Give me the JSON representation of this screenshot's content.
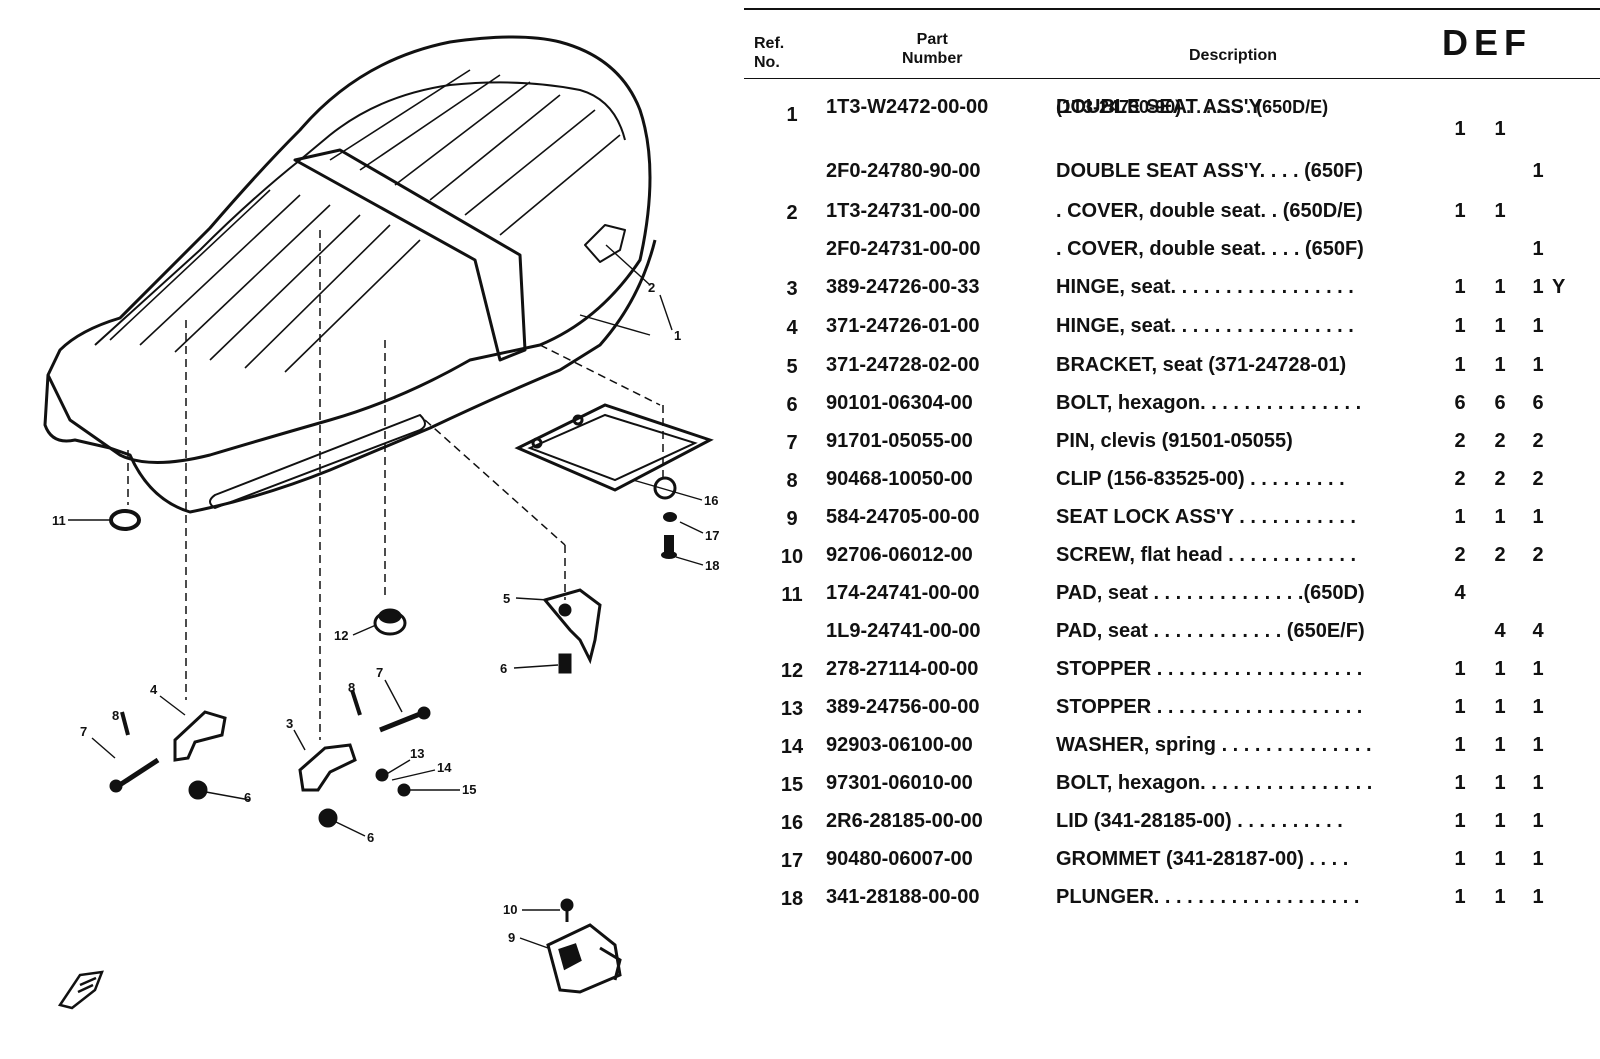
{
  "header": {
    "ref_label_1": "Ref.",
    "ref_label_2": "No.",
    "part_label_1": "Part",
    "part_label_2": "Number",
    "desc_label": "Description",
    "models": "DEF"
  },
  "rows": [
    {
      "ref": "1",
      "part": "1T3-W2472-00-00",
      "desc": "DOUBLE SEAT ASS'Y",
      "desc2": "(1T3-24730-90) . . . . . . . (650D/E)",
      "d": "1",
      "e": "1",
      "f": ""
    },
    {
      "ref": "",
      "part": "2F0-24780-90-00",
      "desc": "DOUBLE SEAT ASS'Y. . . . (650F)",
      "d": "",
      "e": "",
      "f": "1"
    },
    {
      "ref": "2",
      "part": "1T3-24731-00-00",
      "desc": ". COVER, double seat. . (650D/E)",
      "d": "1",
      "e": "1",
      "f": ""
    },
    {
      "ref": "",
      "part": "2F0-24731-00-00",
      "desc": ". COVER, double seat. . . . (650F)",
      "d": "",
      "e": "",
      "f": "1"
    },
    {
      "ref": "3",
      "part": "389-24726-00-33",
      "desc": "HINGE, seat. . . . . . . . . . . . . . . . .",
      "d": "1",
      "e": "1",
      "f": "1",
      "extra": "Y"
    },
    {
      "ref": "4",
      "part": "371-24726-01-00",
      "desc": "HINGE, seat. . . . . . . . . . . . . . . . .",
      "d": "1",
      "e": "1",
      "f": "1"
    },
    {
      "ref": "5",
      "part": "371-24728-02-00",
      "desc": "BRACKET, seat (371-24728-01)",
      "d": "1",
      "e": "1",
      "f": "1"
    },
    {
      "ref": "6",
      "part": "90101-06304-00",
      "desc": "BOLT, hexagon. . . . . . . . . . . . . . .",
      "d": "6",
      "e": "6",
      "f": "6"
    },
    {
      "ref": "7",
      "part": "91701-05055-00",
      "desc": "PIN, clevis (91501-05055)",
      "d": "2",
      "e": "2",
      "f": "2"
    },
    {
      "ref": "8",
      "part": "90468-10050-00",
      "desc": "CLIP (156-83525-00) . . . . . . . . .",
      "d": "2",
      "e": "2",
      "f": "2"
    },
    {
      "ref": "9",
      "part": "584-24705-00-00",
      "desc": "SEAT LOCK ASS'Y . . . . . . . . . . .",
      "d": "1",
      "e": "1",
      "f": "1"
    },
    {
      "ref": "10",
      "part": "92706-06012-00",
      "desc": "SCREW, flat head . . . . . . . . . . . .",
      "d": "2",
      "e": "2",
      "f": "2"
    },
    {
      "ref": "11",
      "part": "174-24741-00-00",
      "desc": "PAD, seat . . . . . . . . . . . . . .(650D)",
      "d": "4",
      "e": "",
      "f": ""
    },
    {
      "ref": "",
      "part": "1L9-24741-00-00",
      "desc": "PAD, seat . . . . . . . . . . . . (650E/F)",
      "d": "",
      "e": "4",
      "f": "4"
    },
    {
      "ref": "12",
      "part": "278-27114-00-00",
      "desc": "STOPPER . . . . . . . . . . . . . . . . . . .",
      "d": "1",
      "e": "1",
      "f": "1"
    },
    {
      "ref": "13",
      "part": "389-24756-00-00",
      "desc": "STOPPER . . . . . . . . . . . . . . . . . . .",
      "d": "1",
      "e": "1",
      "f": "1"
    },
    {
      "ref": "14",
      "part": "92903-06100-00",
      "desc": "WASHER, spring . . . . . . . . . . . . . .",
      "d": "1",
      "e": "1",
      "f": "1"
    },
    {
      "ref": "15",
      "part": "97301-06010-00",
      "desc": "BOLT, hexagon. . . . . . . . . . . . . . . .",
      "d": "1",
      "e": "1",
      "f": "1"
    },
    {
      "ref": "16",
      "part": "2R6-28185-00-00",
      "desc": "LID (341-28185-00) . . . . . . . . . .",
      "d": "1",
      "e": "1",
      "f": "1"
    },
    {
      "ref": "17",
      "part": "90480-06007-00",
      "desc": "GROMMET (341-28187-00) . . . .",
      "d": "1",
      "e": "1",
      "f": "1"
    },
    {
      "ref": "18",
      "part": "341-28188-00-00",
      "desc": "PLUNGER. . . . . . . . . . . . . . . . . . .",
      "d": "1",
      "e": "1",
      "f": "1"
    }
  ],
  "callouts": [
    "1",
    "2",
    "3",
    "4",
    "5",
    "6",
    "6",
    "6",
    "7",
    "7",
    "8",
    "8",
    "9",
    "10",
    "11",
    "12",
    "13",
    "14",
    "15",
    "16",
    "17",
    "18"
  ]
}
